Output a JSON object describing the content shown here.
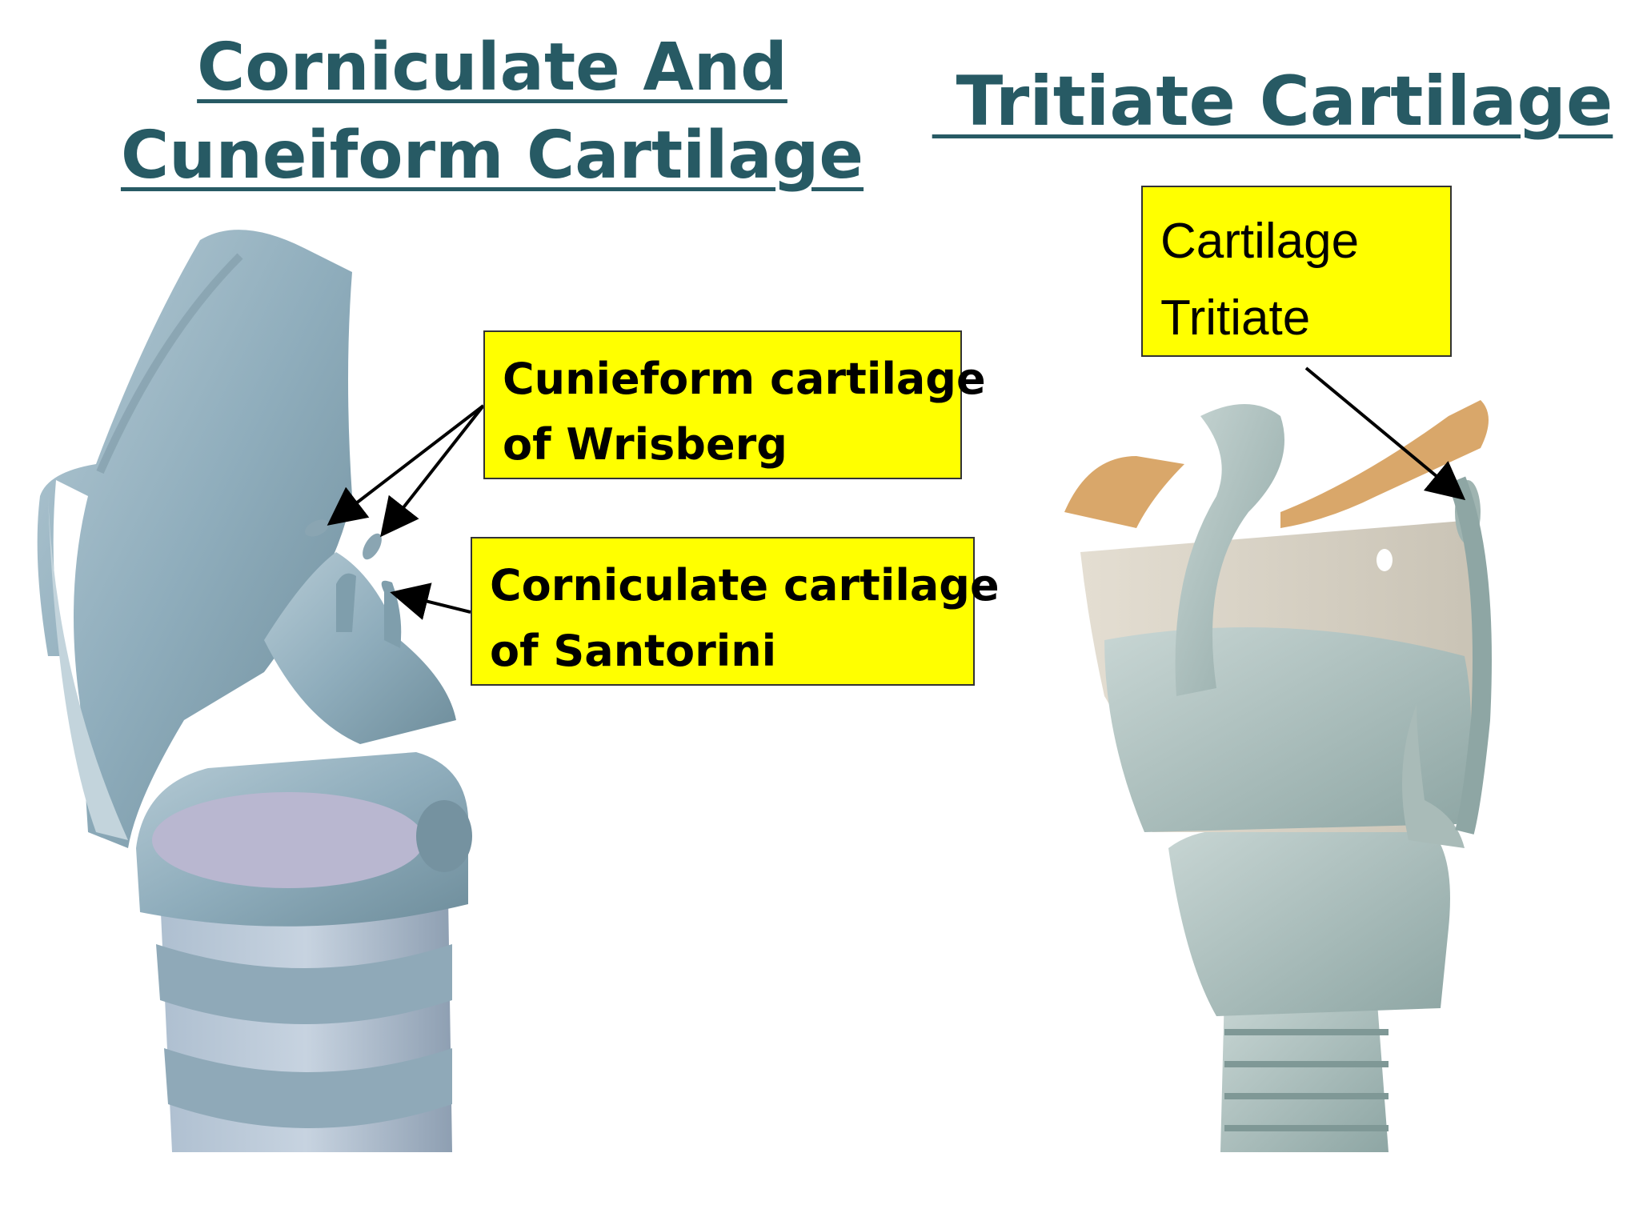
{
  "titles": {
    "left_line1": "Corniculate And",
    "left_line2": "Cuneiform Cartilage",
    "right": " Tritiate Cartilage"
  },
  "labels": {
    "cuneiform_line1": "Cunieform cartilage",
    "cuneiform_line2": "of Wrisberg",
    "corniculate_line1": "Corniculate cartilage",
    "corniculate_line2": "of Santorini",
    "tritiate_line1": "Cartilage",
    "tritiate_line2": "Tritiate"
  },
  "colors": {
    "title": "#275a64",
    "label_fill": "#ffff00",
    "cartilage": "#9fb8c4",
    "cartilage_dark": "#6f8f9c",
    "ligament": "#d8d2c4",
    "bone": "#d9a76a"
  }
}
